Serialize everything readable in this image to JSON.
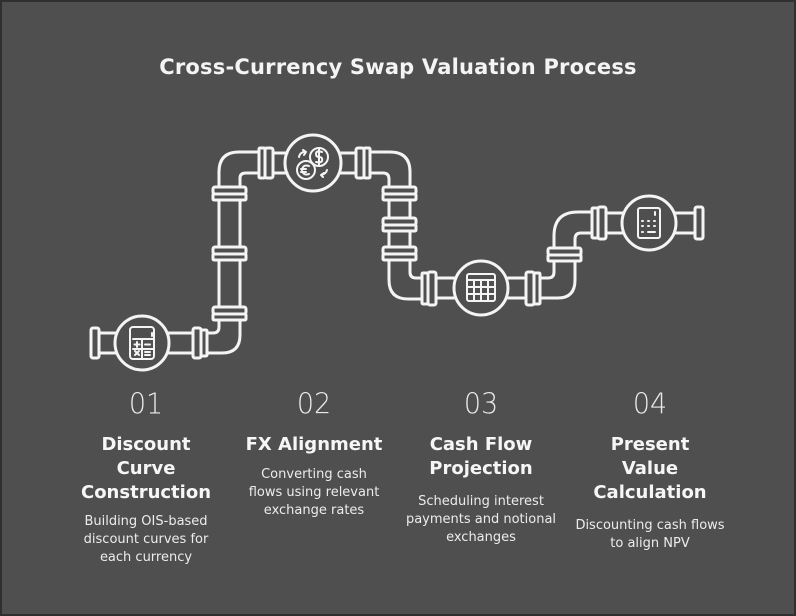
{
  "title": "Cross-Currency Swap Valuation Process",
  "colors": {
    "background": "#4f4f4f",
    "frame": "#2f2f2f",
    "stroke": "#f4f4f4",
    "text": "#f2f2f2"
  },
  "steps": [
    {
      "number": "01",
      "name": "Discount Curve Construction",
      "description": "Building OIS-based discount curves for each currency",
      "icon": "calculator-icon"
    },
    {
      "number": "02",
      "name": "FX Alignment",
      "description": "Converting cash flows using relevant exchange rates",
      "icon": "currency-exchange-icon"
    },
    {
      "number": "03",
      "name": "Cash Flow Projection",
      "description": "Scheduling interest payments and notional exchanges",
      "icon": "spreadsheet-icon"
    },
    {
      "number": "04",
      "name": "Present Value Calculation",
      "description": "Discounting cash flows to align NPV",
      "icon": "keypad-calculator-icon"
    }
  ]
}
